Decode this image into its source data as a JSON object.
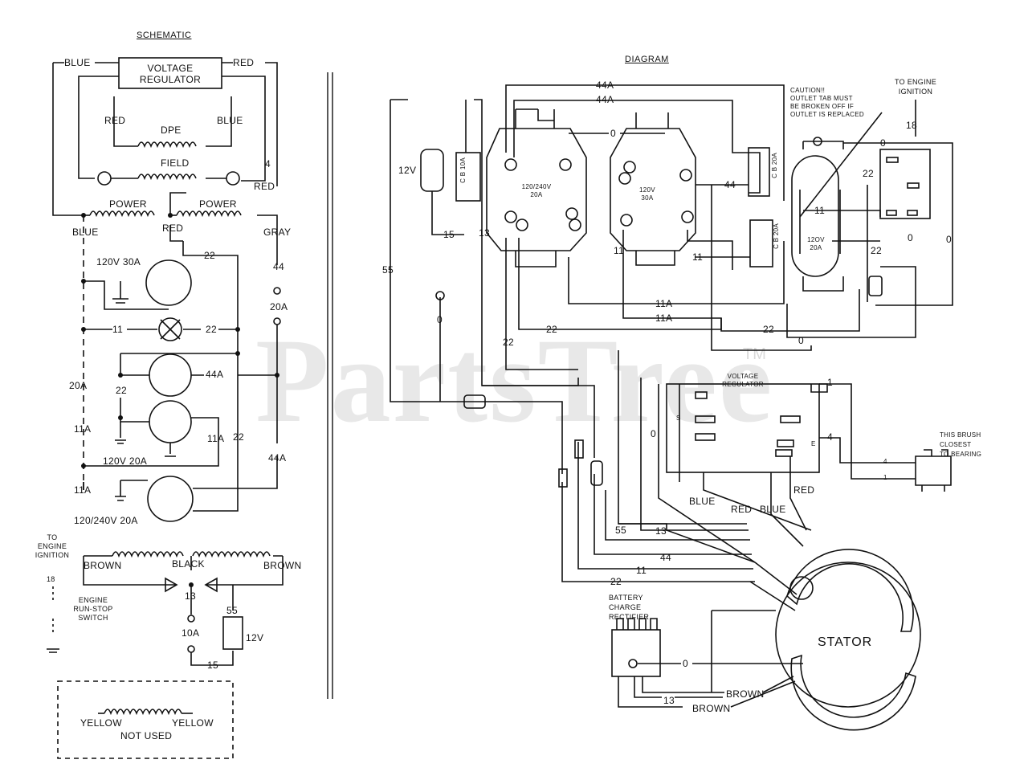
{
  "watermark": {
    "text": "PartsTree",
    "tm": "TM"
  },
  "schematic": {
    "title": "SCHEMATIC",
    "blue_top": "BLUE",
    "red_top": "RED",
    "voltage_regulator": "VOLTAGE\nREGULATOR",
    "red_left": "RED",
    "blue_right": "BLUE",
    "dpe": "DPE",
    "field": "FIELD",
    "num_4": "4",
    "red_field": "RED",
    "power_left": "POWER",
    "power_right": "POWER",
    "blue_mid": "BLUE",
    "red_mid": "RED",
    "gray": "GRAY",
    "num_22_a": "22",
    "num_44_a": "44",
    "outlet_120v_30a": "120V 30A",
    "num_11_a": "11",
    "num_22_b": "22",
    "breaker_20a_right": "20A",
    "breaker_20a_left": "20A",
    "num_44a": "44A",
    "num_22_c": "22",
    "num_11a_left": "11A",
    "num_11a_right": "11A",
    "num_22_d": "22",
    "num_44a_b": "44A",
    "outlet_120v_20a": "120V 20A",
    "num_11a_bottom": "11A",
    "outlet_120_240v_20a": "120/240V 20A",
    "to_engine_ignition": "TO\nENGINE\nIGNITION",
    "num_18": "18",
    "engine_switch": "ENGINE\nRUN-STOP\nSWITCH",
    "brown_left": "BROWN",
    "black": "BLACK",
    "brown_right": "BROWN",
    "num_13": "13",
    "num_55": "55",
    "breaker_10a": "10A",
    "label_12v": "12V",
    "num_15": "15",
    "yellow_left": "YELLOW",
    "yellow_right": "YELLOW",
    "not_used": "NOT USED"
  },
  "diagram": {
    "title": "DIAGRAM",
    "w_44a_top": "44A",
    "w_44a_second": "44A",
    "w_0_top": "0",
    "caution": "CAUTION!!\nOUTLET TAB MUST\nBE BROKEN OFF IF\nOUTLET IS REPLACED",
    "to_engine_ignition": "TO ENGINE\nIGNITION",
    "num_18": "18",
    "label_12v": "12V",
    "cb_10a": "C B  10A",
    "outlet_120_240": "120/240V\n20A",
    "outlet_120v_30a": "120V\n30A",
    "w_44": "44",
    "cb_20a_top": "C B  20A",
    "cb_20a_bottom": "C B  20A",
    "w_0_right": "0",
    "w_22_right": "22",
    "w_11_right": "11",
    "gfci": "12OV\n20A",
    "w_0_a": "0",
    "w_0_b": "0",
    "w_22_lower": "22",
    "w_15": "15",
    "w_13": "13",
    "w_55": "55",
    "w_11_left": "11",
    "w_11_mid": "11",
    "w_11a_a": "11A",
    "w_11a_b": "11A",
    "w_22_a": "22",
    "w_22_b": "22",
    "w_0_mid": "0",
    "w_0_c": "0",
    "w_22_left": "22",
    "voltage_regulator": "VOLTAGE\nREGULATOR",
    "vr_1": "1",
    "vr_s": "S",
    "vr_4": "4",
    "vr_e": "E",
    "w_4": "4",
    "w_1": "1",
    "brush_note": "THIS BRUSH\nCLOSEST\nTO BEARING",
    "w_0_vr": "0",
    "red_vr": "RED",
    "blue_1": "BLUE",
    "red_1": "RED",
    "blue_2": "BLUE",
    "w_55_b": "55",
    "w_13_b": "13",
    "w_44_b": "44",
    "w_11_b": "11",
    "w_22_b2": "22",
    "battery_rectifier": "BATTERY\nCHARGE\nRECTIFIER",
    "w_0_rect": "0",
    "stator": "STATOR",
    "brown_1": "BROWN",
    "w_13_c": "13",
    "brown_2": "BROWN"
  },
  "colors": {
    "ink": "#111111",
    "background": "#ffffff",
    "watermark": "#9a9a9a"
  }
}
